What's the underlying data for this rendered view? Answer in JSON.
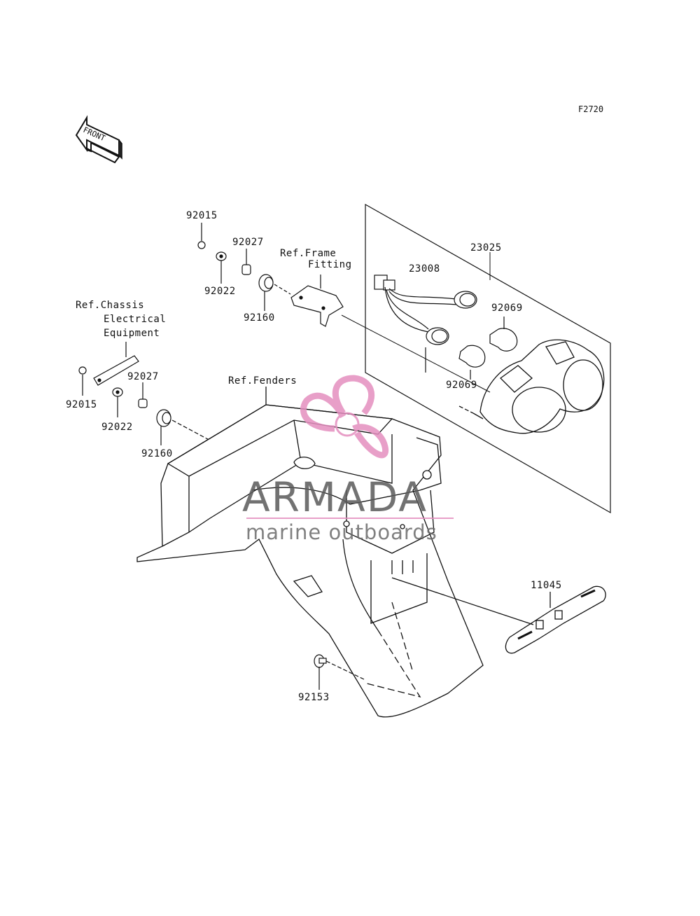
{
  "figure_code": "F2720",
  "front_arrow": {
    "label": "FRONT",
    "icon": "front-direction-arrow-icon"
  },
  "references": {
    "frame_fitting": [
      "Ref.Frame",
      "Fitting"
    ],
    "chassis_electrical": [
      "Ref.Chassis",
      "Electrical",
      "Equipment"
    ],
    "fenders": "Ref.Fenders"
  },
  "parts": {
    "p92015_top": "92015",
    "p92027_top": "92027",
    "p92022_top": "92022",
    "p92160_top": "92160",
    "p23025": "23025",
    "p23008": "23008",
    "p92069_upper": "92069",
    "p92069_lower": "92069",
    "p92027_left": "92027",
    "p92015_left": "92015",
    "p92022_left": "92022",
    "p92160_left": "92160",
    "p11045": "11045",
    "p92153": "92153"
  },
  "watermark": {
    "brand": "ARMADA",
    "tagline": "marine outboards",
    "logo_color": "#e48fbf"
  }
}
